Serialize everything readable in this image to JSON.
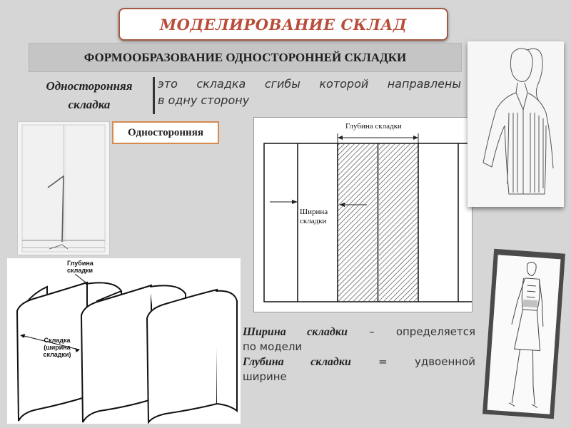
{
  "title": "МОДЕЛИРОВАНИЕ  СКЛАД",
  "subtitle": "ФОРМООБРАЗОВАНИЕ ОДНОСТОРОННЕЙ СКЛАДКИ",
  "term": {
    "line1": "Односторонняя",
    "line2": "складка"
  },
  "definition": {
    "line1": "это складка сгибы которой направлены",
    "line2": "в одну сторону"
  },
  "badge": "Односторонняя",
  "diagram": {
    "depth_label": "Глубина складки",
    "width_label_1": "Ширина",
    "width_label_2": "складки"
  },
  "pleat_illustration": {
    "depth_1": "Глубина",
    "depth_2": "складки",
    "fold_1": "Складка",
    "fold_2": "(ширина",
    "fold_3": "складки)"
  },
  "notes": {
    "w_term": "Ширина складки",
    "w_rest": " – определяется",
    "w_line2": "по модели",
    "d_term": "Глубина складки",
    "d_rest": " = удвоенной",
    "d_line2": "ширине"
  },
  "colors": {
    "title_text": "#b84d3a",
    "title_border": "#a35a45",
    "badge_border": "#d58a50",
    "background": "#d6d6d6"
  }
}
